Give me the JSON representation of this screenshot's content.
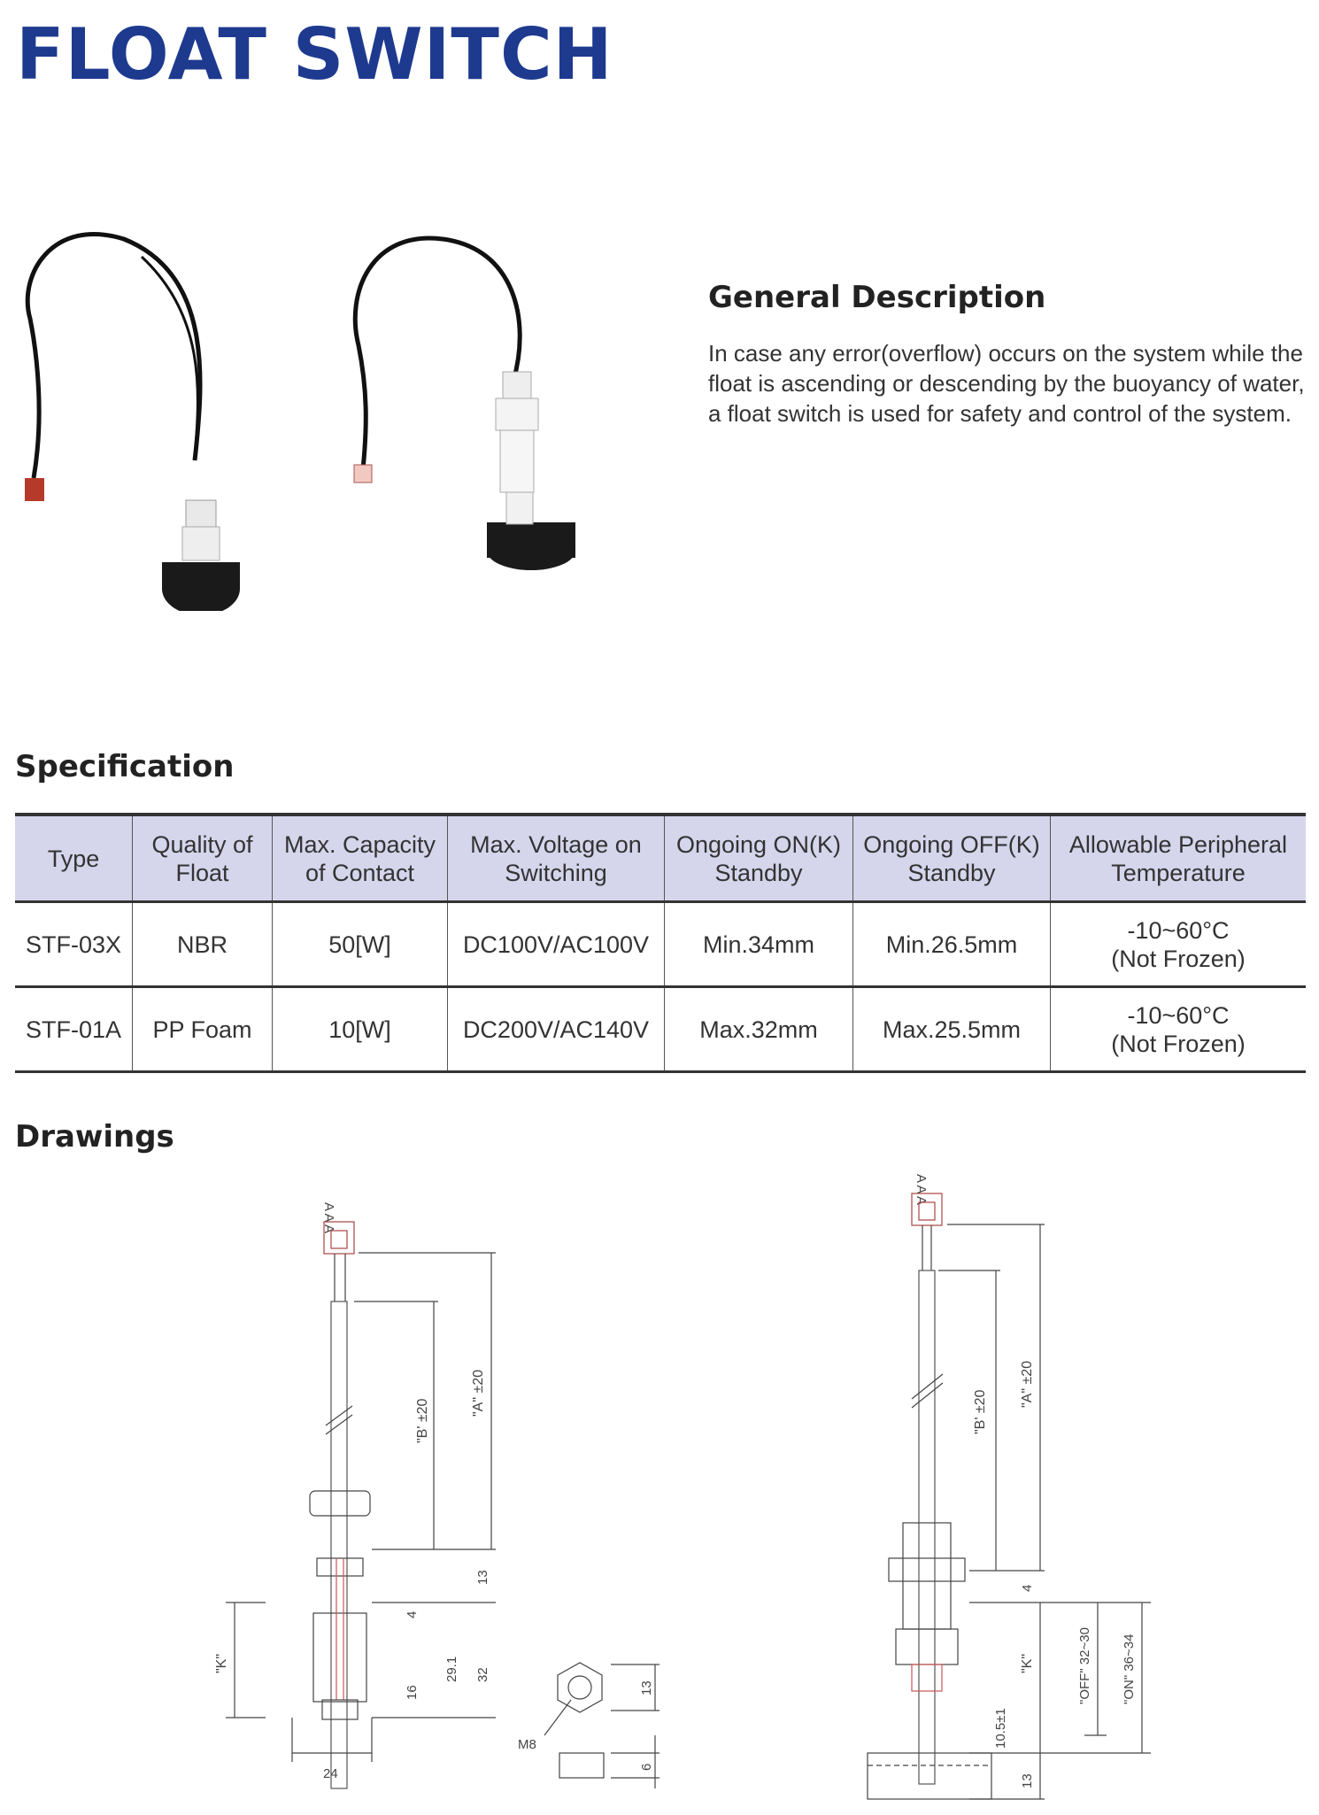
{
  "title": "FLOAT SWITCH",
  "general": {
    "heading": "General Description",
    "body": "In case any error(overflow) occurs on the system while the float is ascending or descending by the buoyancy of water, a float switch is used for safety and control of the system."
  },
  "spec": {
    "heading": "Specification",
    "headers": [
      "Type",
      "Quality of\nFloat",
      "Max. Capacity\nof Contact",
      "Max. Voltage on\nSwitching",
      "Ongoing ON(K)\nStandby",
      "Ongoing OFF(K)\nStandby",
      "Allowable Peripheral\nTemperature"
    ],
    "rows": [
      [
        "STF-03X",
        "NBR",
        "50[W]",
        "DC100V/AC100V",
        "Min.34mm",
        "Min.26.5mm",
        "-10~60°C\n(Not Frozen)"
      ],
      [
        "STF-01A",
        "PP Foam",
        "10[W]",
        "DC200V/AC140V",
        "Max.32mm",
        "Max.25.5mm",
        "-10~60°C\n(Not Frozen)"
      ]
    ]
  },
  "drawings": {
    "heading": "Drawings",
    "left": {
      "connector_pins": "A A A",
      "dim_a": "\"A\" ±20",
      "dim_b": "\"B' ±20",
      "dim_k": "\"K\"",
      "d13": "13",
      "d4": "4",
      "d29": "29.1",
      "d32": "32",
      "d16": "16",
      "d24": "24",
      "nut_13": "13",
      "nut_6": "6",
      "thread": "M8"
    },
    "right": {
      "connector_pins": "A A A",
      "dim_a": "\"A\" ±20",
      "dim_b": "\"B' ±20",
      "dim_k": "\"K\"",
      "d4": "4",
      "d105": "10.5±1",
      "d13": "13",
      "off": "\"OFF\" 32~30",
      "on": "\"ON\" 36~34"
    }
  }
}
